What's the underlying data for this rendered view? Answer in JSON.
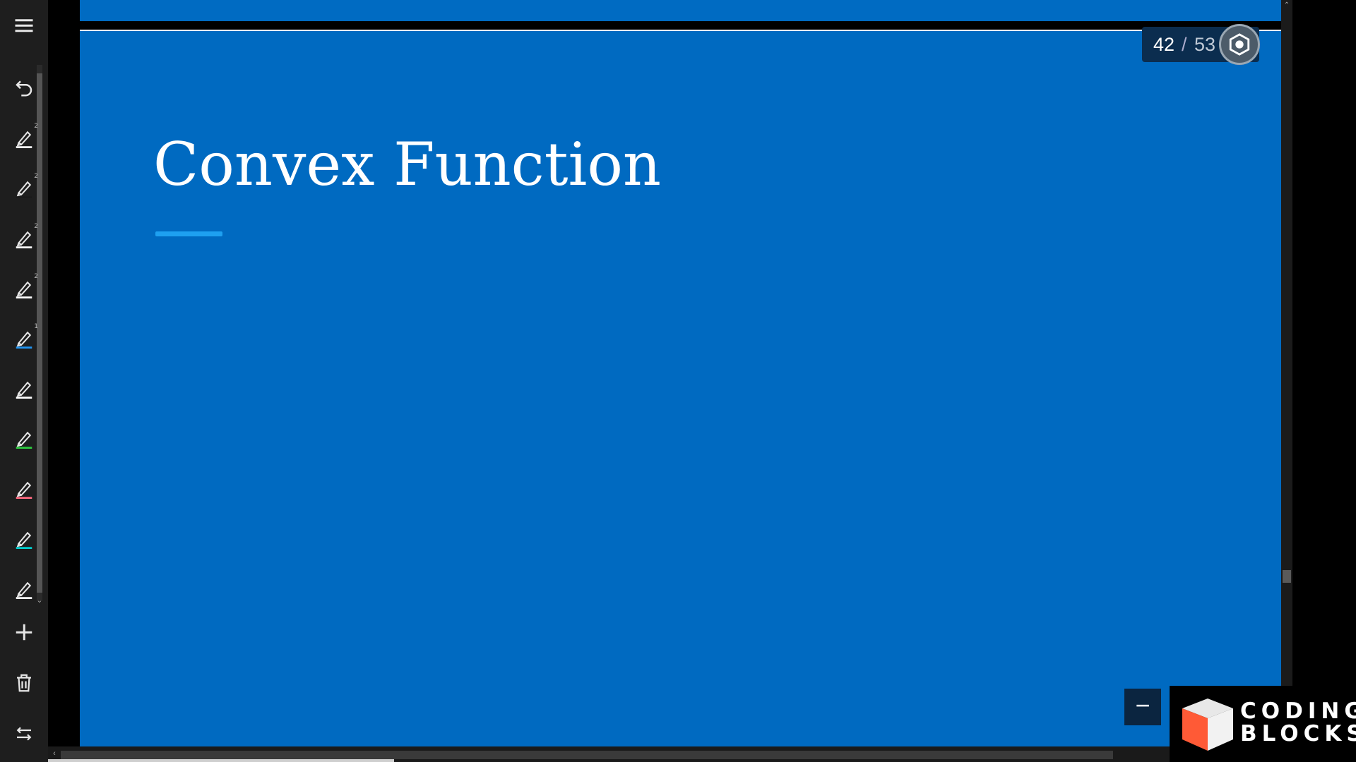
{
  "toolbar": {
    "menu_icon": "hamburger-menu-icon",
    "undo_icon": "undo-icon",
    "pens": [
      {
        "name": "pen-1",
        "color": "#ffffff",
        "count": "2"
      },
      {
        "name": "pen-2",
        "color": "#1a1a1a",
        "count": "2"
      },
      {
        "name": "pen-3",
        "color": "#ffffff",
        "count": "2"
      },
      {
        "name": "pen-4",
        "color": "#ffffff",
        "count": "2"
      },
      {
        "name": "pen-5",
        "color": "#2196f3",
        "count": "1"
      },
      {
        "name": "pen-6",
        "color": "#ffffff",
        "count": ""
      },
      {
        "name": "pen-7",
        "color": "#2ecc40",
        "count": ""
      },
      {
        "name": "pen-8",
        "color": "#ff6b81",
        "count": ""
      },
      {
        "name": "pen-9",
        "color": "#00d0d0",
        "count": ""
      },
      {
        "name": "pen-10",
        "color": "#ffffff",
        "count": ""
      }
    ],
    "add_icon": "plus-icon",
    "delete_icon": "trash-icon",
    "swap_icon": "swap-arrows-icon"
  },
  "slide": {
    "title": "Convex Function",
    "background": "#006ac1",
    "underline_color": "#1ea0f0"
  },
  "page_counter": {
    "current": "42",
    "separator": "/",
    "total": "53"
  },
  "controls": {
    "settings_icon": "hexagon-settings-icon",
    "minus_label": "−"
  },
  "watermark": {
    "line1": "CODING",
    "line2": "BLOCKS"
  }
}
